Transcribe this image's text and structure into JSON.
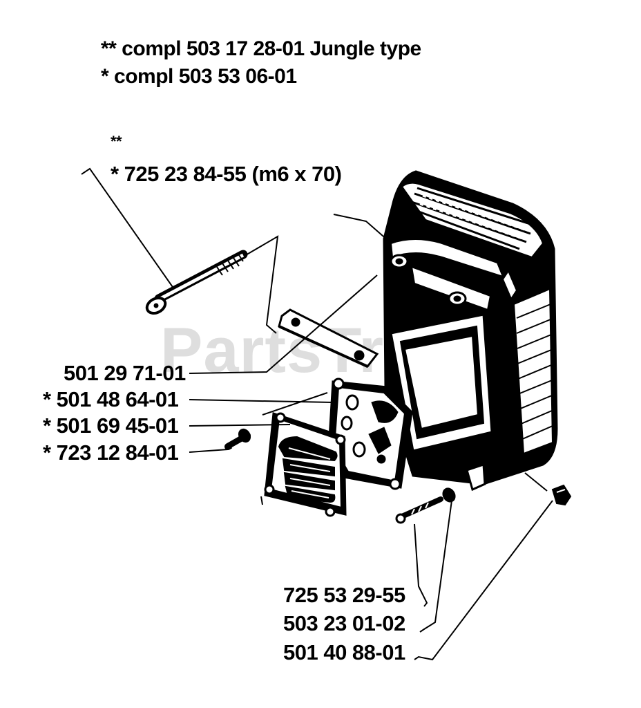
{
  "header": {
    "line1": "** compl 503 17 28-01  Jungle type",
    "line2": "*  compl 503 53 06-01"
  },
  "watermark": "PartsTree",
  "callouts": {
    "bolt_marks": "**",
    "bolt": "*  725 23 84-55 (m6 x 70)",
    "strap": "501 29 71-01",
    "gasket": "*  501 48 64-01",
    "plate": "*  501 69 45-01",
    "screw": "*  723 12 84-01",
    "bottom_screw": "725 53 29-55",
    "washer": "503 23 01-02",
    "nut": "501 40 88-01"
  },
  "colors": {
    "ink": "#000000",
    "watermark": "#d9d9d9"
  }
}
